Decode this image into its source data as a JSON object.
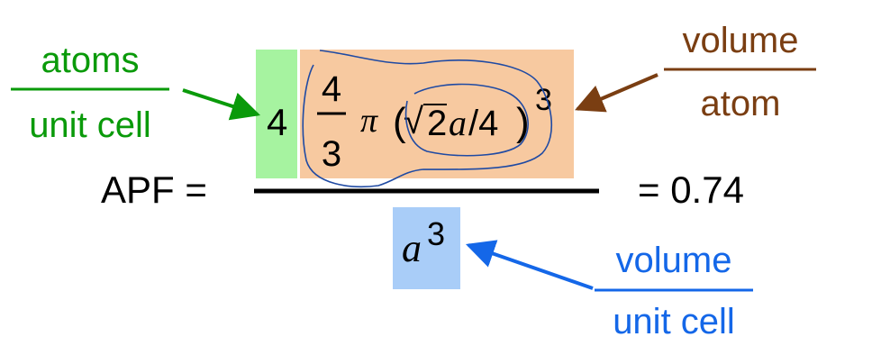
{
  "colors": {
    "atoms": "#0a9a0a",
    "atoms_box": "#a6f3a0",
    "volume_atom": "#7a3e12",
    "volume_atom_box": "#f7c9a0",
    "volume_cell": "#1467e8",
    "volume_cell_box": "#a9cdf8",
    "ink": "#000000",
    "scribble": "#1f4aa3"
  },
  "left_label": {
    "numerator": "atoms",
    "denominator": "unit cell"
  },
  "right_label": {
    "numerator": "volume",
    "denominator": "atom"
  },
  "bottom_label": {
    "numerator": "volume",
    "denominator": "unit cell"
  },
  "equation": {
    "lhs": "APF =",
    "coefficient": "4",
    "frac_num": "4",
    "frac_den": "3",
    "pi": "π",
    "open_paren": "(",
    "sqrt_symbol": "√",
    "two": "2",
    "a": "a",
    "over_four": "/4",
    "close_paren": ")",
    "cube": "3",
    "denominator_var": "a",
    "denominator_exp": "3",
    "result": "= 0.74"
  }
}
